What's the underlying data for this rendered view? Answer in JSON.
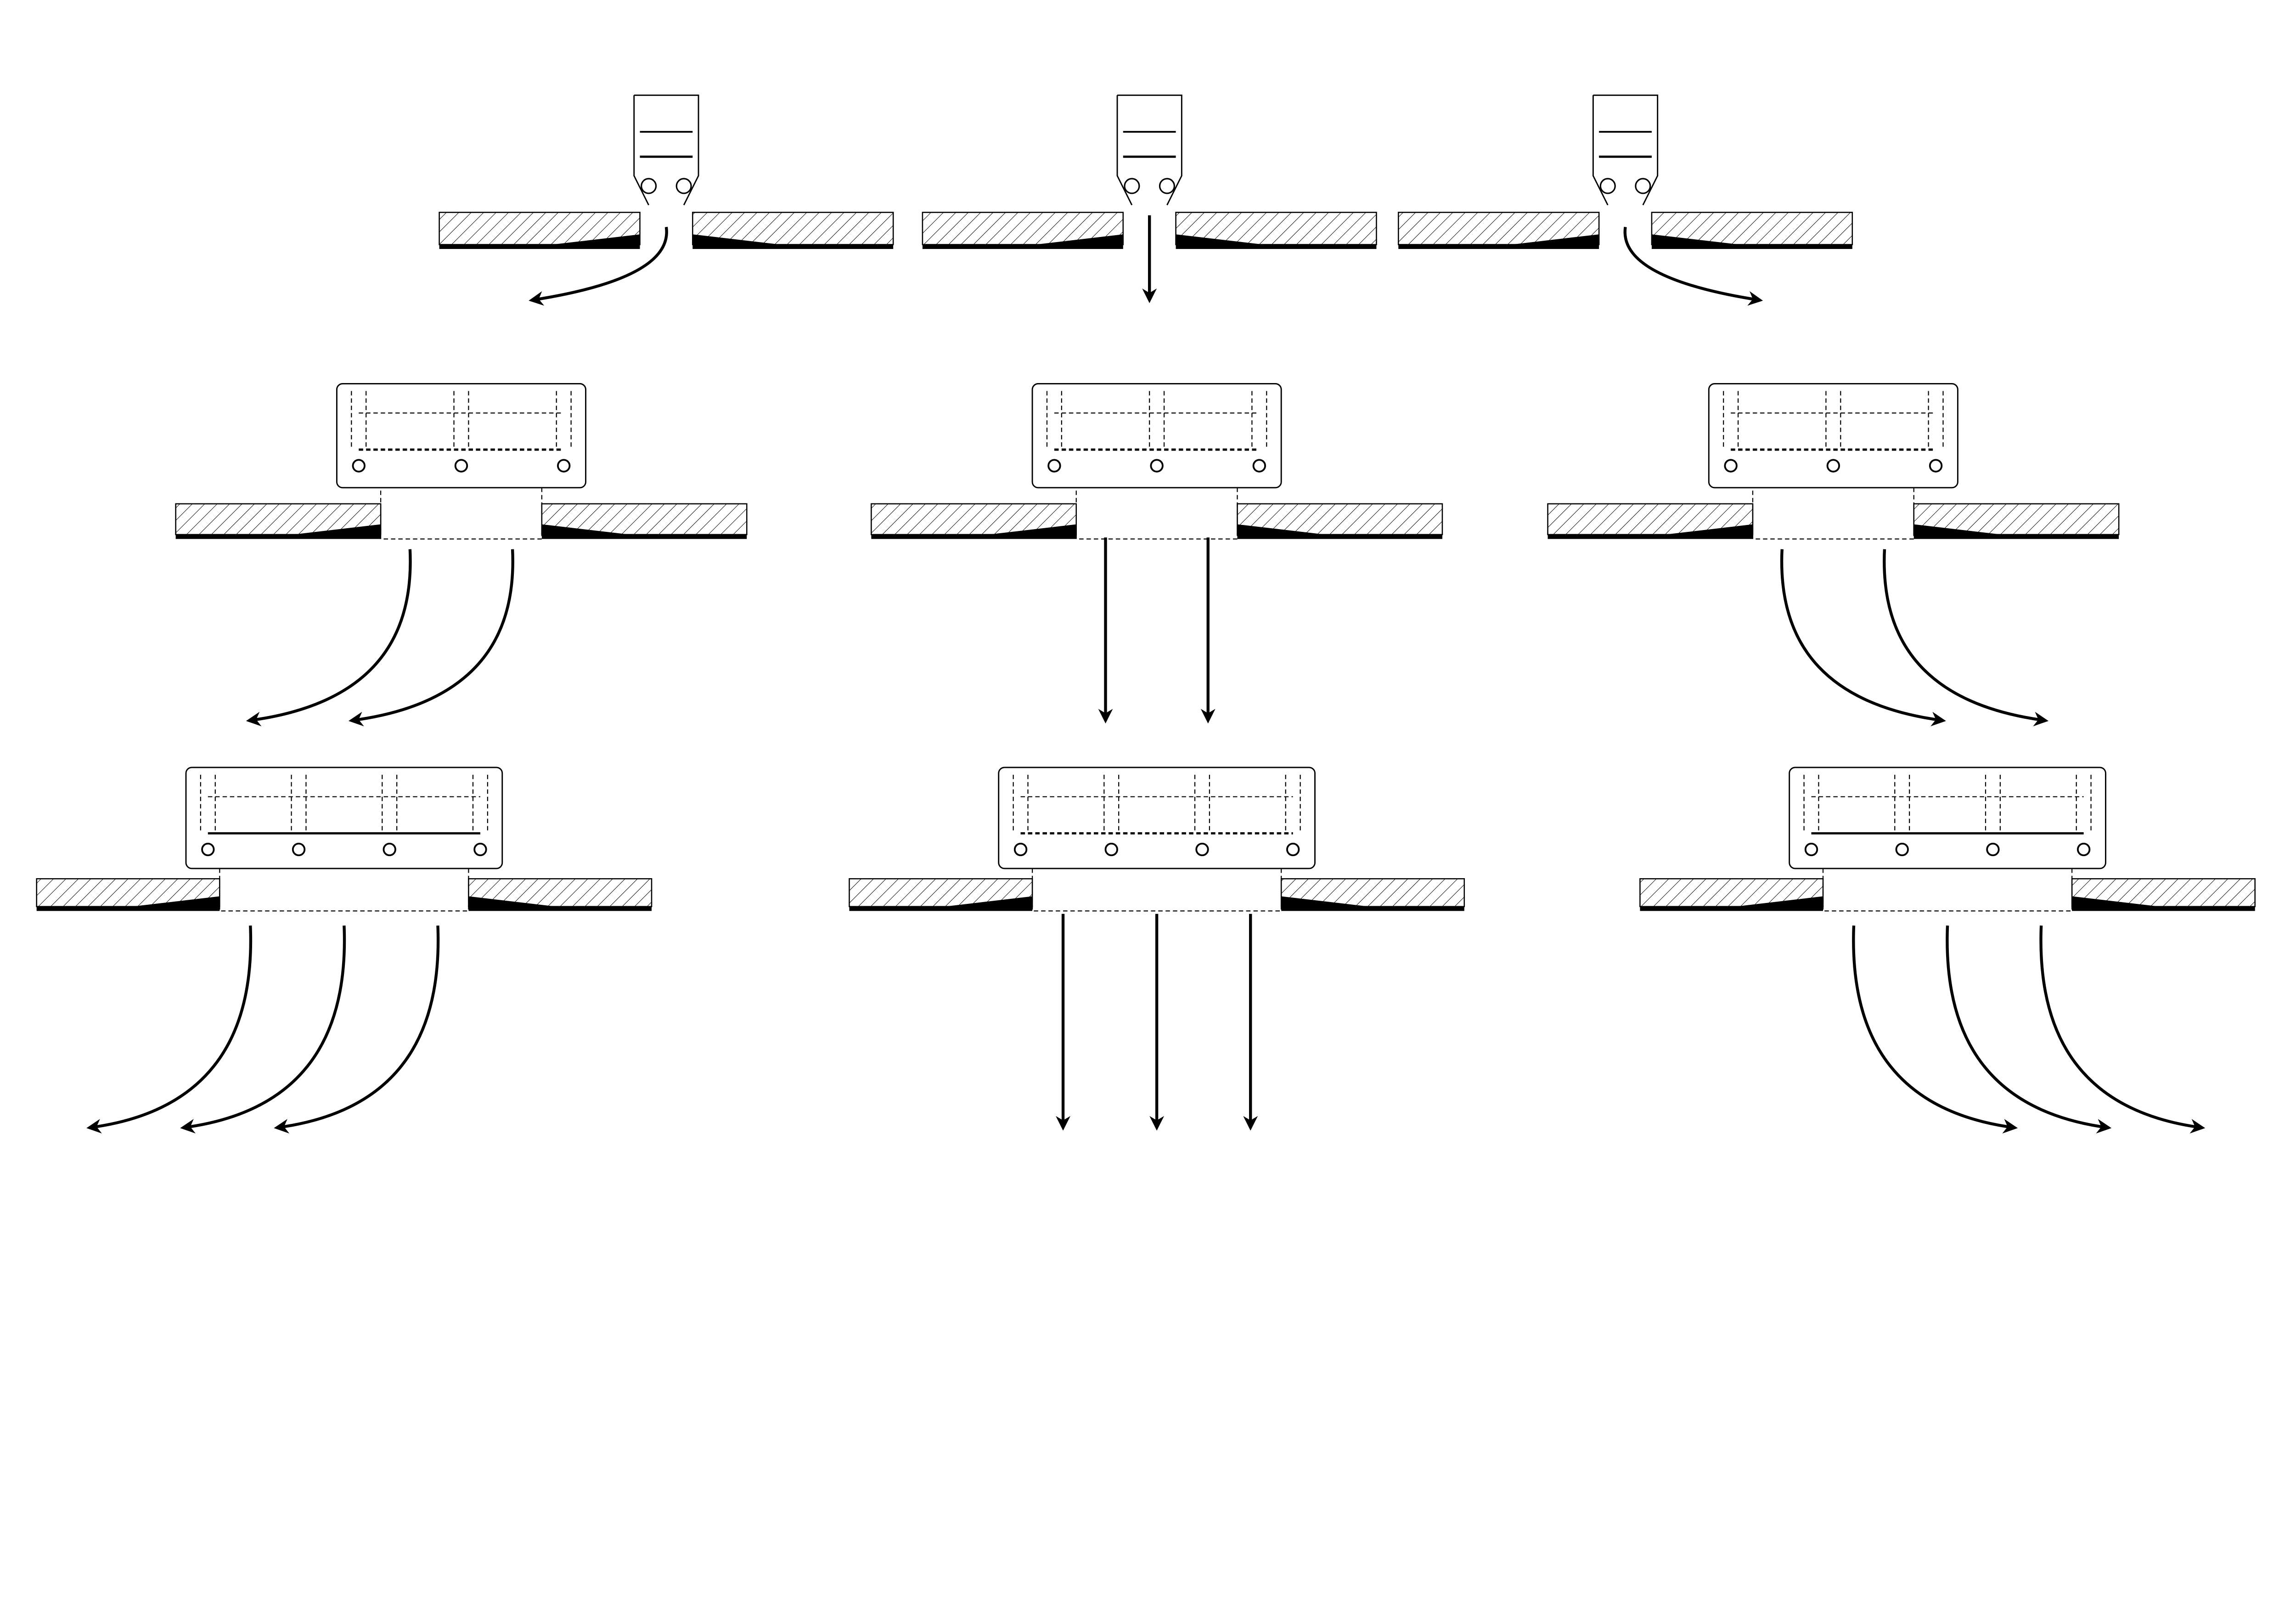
{
  "colors": {
    "line": "#000000",
    "background": "#ffffff",
    "panel_face": "#000000"
  },
  "diagrams": [
    {
      "slots": 1,
      "flow": "left"
    },
    {
      "slots": 1,
      "flow": "down"
    },
    {
      "slots": 1,
      "flow": "right"
    },
    {
      "slots": 2,
      "flow": "left"
    },
    {
      "slots": 2,
      "flow": "down"
    },
    {
      "slots": 2,
      "flow": "right"
    },
    {
      "slots": 3,
      "flow": "left"
    },
    {
      "slots": 3,
      "flow": "down"
    },
    {
      "slots": 3,
      "flow": "right"
    }
  ]
}
